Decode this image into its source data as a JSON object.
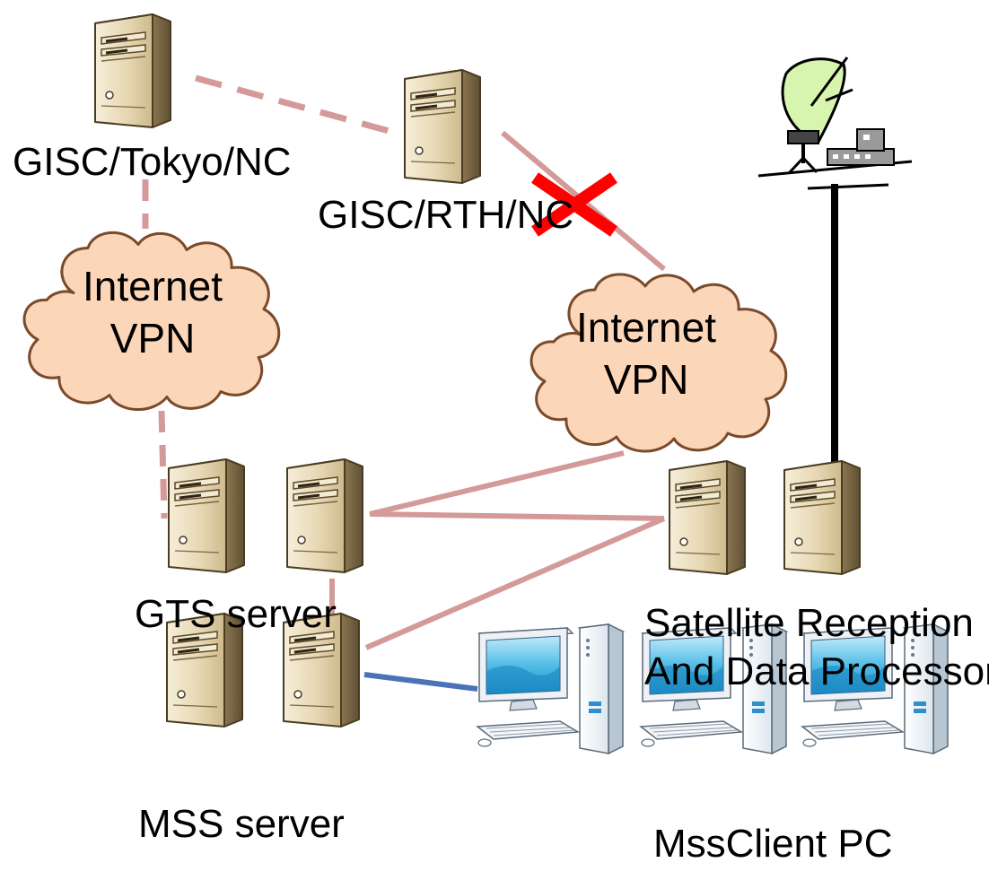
{
  "nodes": {
    "gisc_tokyo": {
      "label": "GISC/Tokyo/NC"
    },
    "gisc_rth": {
      "label": "GISC/RTH/NC"
    },
    "internet_vpn_left": {
      "line1": "Internet",
      "line2": "VPN"
    },
    "internet_vpn_right": {
      "line1": "Internet",
      "line2": "VPN"
    },
    "gts_server": {
      "label": "GTS server"
    },
    "mss_server": {
      "label": "MSS server"
    },
    "satellite": {
      "line1": "Satellite Reception",
      "line2": "And Data Processor"
    },
    "msschient_pc": {
      "label": "MssClient PC"
    }
  },
  "colors": {
    "link": "#d49a9a",
    "lan": "#4a72b8",
    "antenna_mast": "#000000",
    "cut_mark": "#ff0000",
    "cloud_fill": "#fbd6b8",
    "cloud_stroke": "#7a4a2a",
    "dish_fill": "#d8f5b0"
  },
  "icons": {
    "server": "server-tower-icon",
    "pc": "desktop-pc-icon",
    "antenna": "satellite-dish-icon",
    "cloud": "cloud-icon",
    "broken_link": "x-cross-icon"
  }
}
